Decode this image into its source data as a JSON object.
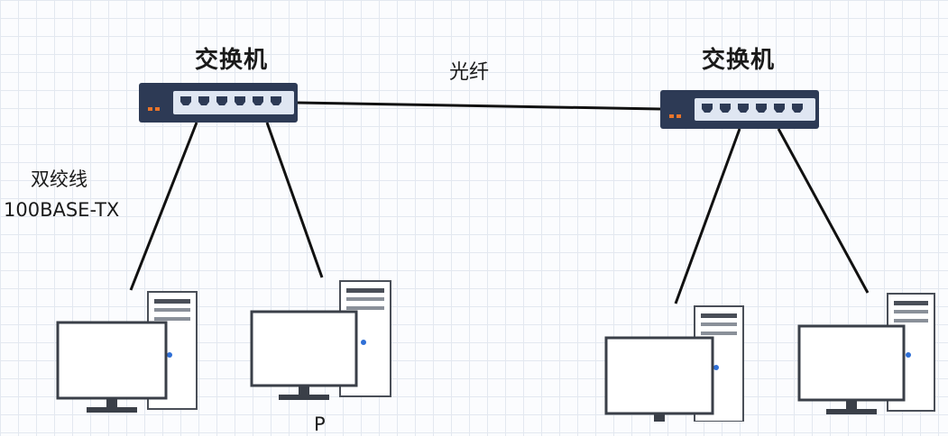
{
  "switches": [
    {
      "label": "交换机"
    },
    {
      "label": "交换机"
    }
  ],
  "links": {
    "fiber_label": "光纤",
    "twisted_pair_label": "双绞线",
    "twisted_pair_standard": "100BASE-TX"
  },
  "computers": [
    {
      "label": ""
    },
    {
      "label": "P"
    },
    {
      "label": ""
    },
    {
      "label": ""
    }
  ],
  "colors": {
    "switch_body": "#2d3a55",
    "switch_panel": "#dfe6f2",
    "switch_led": "#e8742a",
    "cable": "#111111",
    "monitor_frame": "#3a3f48",
    "tower_fill": "#ffffff",
    "tower_edge": "#4a4f58"
  }
}
